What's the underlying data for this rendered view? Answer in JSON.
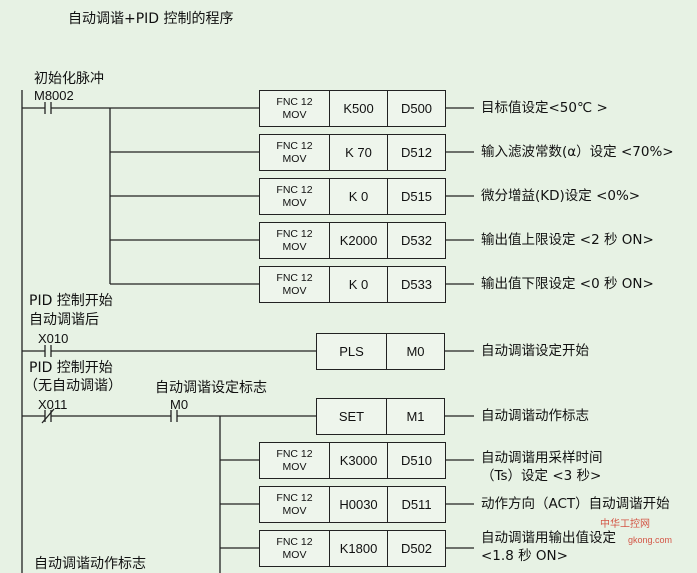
{
  "title": "自动调谐+PID 控制的程序",
  "labels": {
    "init_pulse": "初始化脉冲",
    "m8002": "M8002",
    "pid_start_after_1": "PID 控制开始",
    "pid_start_after_2": "自动调谐后",
    "x010": "X010",
    "pid_start_no_1": "PID 控制开始",
    "pid_start_no_2": "（无自动调谐）",
    "x011": "X011",
    "autotune_flag": "自动调谐设定标志",
    "m0": "M0",
    "autotune_action_flag": "自动调谐动作标志"
  },
  "instructions": [
    {
      "fnc": "FNC 12",
      "op": "MOV",
      "src": "K500",
      "dst": "D500",
      "desc": [
        "目标值设定<50℃ >"
      ]
    },
    {
      "fnc": "FNC 12",
      "op": "MOV",
      "src": "K 70",
      "dst": "D512",
      "desc": [
        "输入滤波常数(α）设定 <70%>"
      ]
    },
    {
      "fnc": "FNC 12",
      "op": "MOV",
      "src": "K 0",
      "dst": "D515",
      "desc": [
        "微分增益(KD)设定 <0%>"
      ]
    },
    {
      "fnc": "FNC 12",
      "op": "MOV",
      "src": "K2000",
      "dst": "D532",
      "desc": [
        "输出值上限设定 <2 秒 ON>"
      ]
    },
    {
      "fnc": "FNC 12",
      "op": "MOV",
      "src": "K 0",
      "dst": "D533",
      "desc": [
        "输出值下限设定 <0 秒 ON>"
      ]
    },
    {
      "fnc": "FNC 12",
      "op": "MOV",
      "src": "K3000",
      "dst": "D510",
      "desc": [
        "自动调谐用采样时间",
        "（Ts）设定 <3 秒>"
      ]
    },
    {
      "fnc": "FNC 12",
      "op": "MOV",
      "src": "H0030",
      "dst": "D511",
      "desc": [
        "动作方向（ACT）自动调谐开始"
      ]
    },
    {
      "fnc": "FNC 12",
      "op": "MOV",
      "src": "K1800",
      "dst": "D502",
      "desc": [
        "自动调谐用输出值设定",
        "<1.8 秒 ON>"
      ]
    }
  ],
  "coils": [
    {
      "op": "PLS",
      "dev": "M0",
      "desc": [
        "自动调谐设定开始"
      ]
    },
    {
      "op": "SET",
      "dev": "M1",
      "desc": [
        "自动调谐动作标志"
      ]
    }
  ],
  "watermark": {
    "line1": "中华工控网",
    "line2": "gkong.com"
  }
}
